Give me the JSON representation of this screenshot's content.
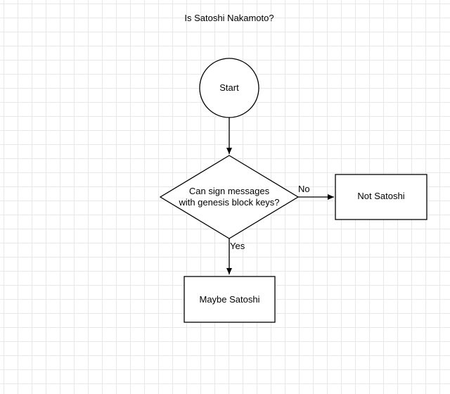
{
  "title": "Is Satoshi Nakamoto?",
  "nodes": {
    "start": {
      "shape": "circle",
      "label": "Start"
    },
    "decision": {
      "shape": "diamond",
      "label": "Can sign messages\nwith genesis block keys?"
    },
    "not_satoshi": {
      "shape": "rectangle",
      "label": "Not Satoshi"
    },
    "maybe_satoshi": {
      "shape": "rectangle",
      "label": "Maybe Satoshi"
    }
  },
  "edges": [
    {
      "from": "start",
      "to": "decision",
      "label": ""
    },
    {
      "from": "decision",
      "to": "not_satoshi",
      "label": "No"
    },
    {
      "from": "decision",
      "to": "maybe_satoshi",
      "label": "Yes"
    }
  ],
  "colors": {
    "background": "#ffffff",
    "grid": "#e8e8e8",
    "stroke": "#000000",
    "text": "#000000"
  }
}
